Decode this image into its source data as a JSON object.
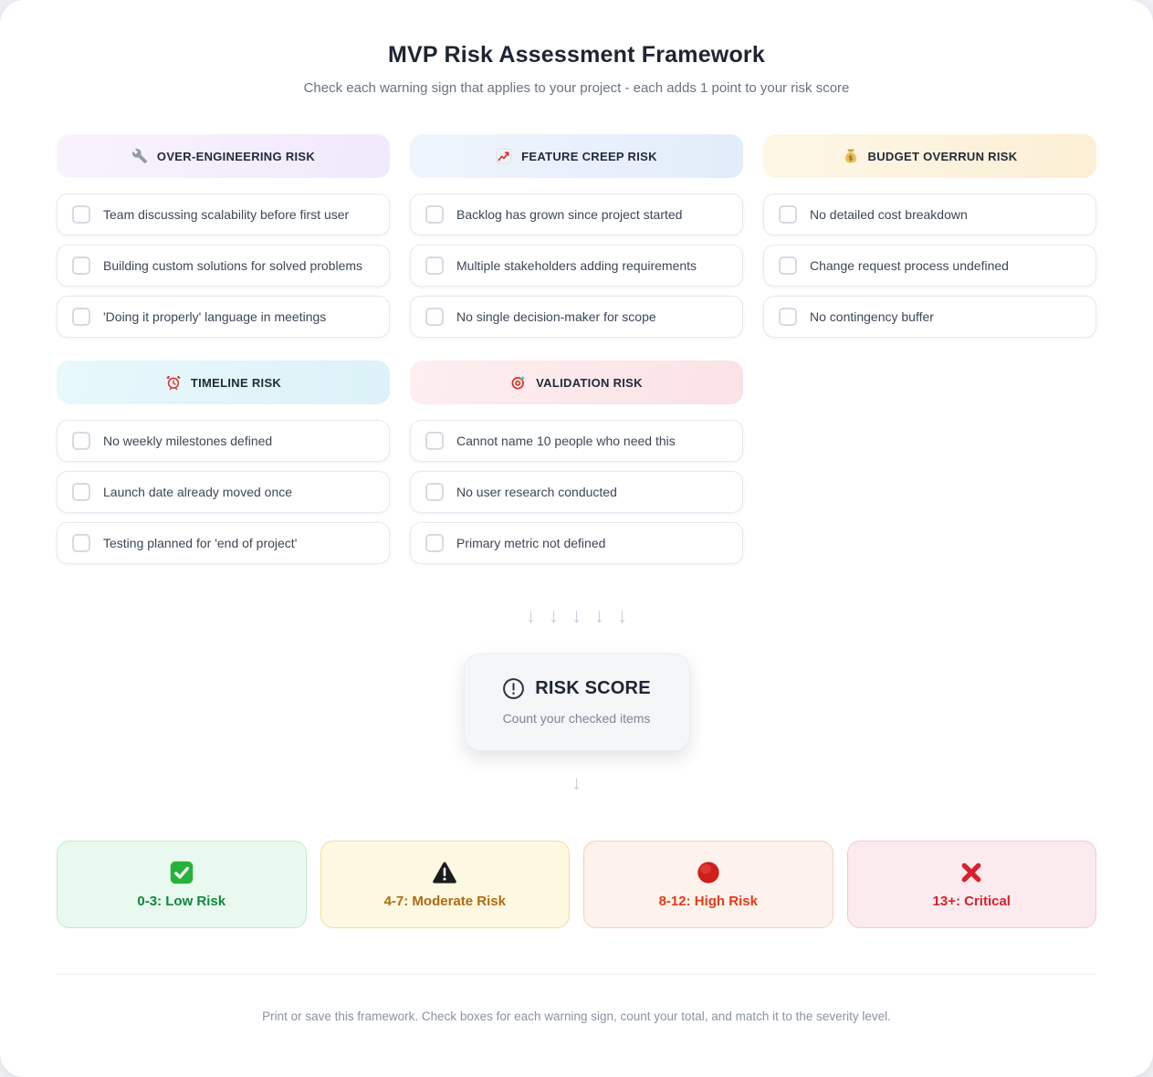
{
  "page": {
    "title": "MVP Risk Assessment Framework",
    "subtitle": "Check each warning sign that applies to your project - each adds 1 point to your risk score",
    "footer_note": "Print or save this framework. Check boxes for each warning sign, count your total, and match it to the severity level."
  },
  "categories": [
    {
      "id": "over-engineering",
      "label": "OVER-ENGINEERING RISK",
      "icon": "wrench-icon",
      "bg_from": "#f9f3fe",
      "bg_to": "#f0e9fa",
      "items": [
        {
          "label": "Team discussing scalability before first user",
          "checked": false
        },
        {
          "label": "Building custom solutions for solved problems",
          "checked": false
        },
        {
          "label": "'Doing it properly' language in meetings",
          "checked": false
        }
      ]
    },
    {
      "id": "feature-creep",
      "label": "FEATURE CREEP RISK",
      "icon": "chart-increasing-icon",
      "bg_from": "#eff5fd",
      "bg_to": "#e2ecfa",
      "items": [
        {
          "label": "Backlog has grown since project started",
          "checked": false
        },
        {
          "label": "Multiple stakeholders adding requirements",
          "checked": false
        },
        {
          "label": "No single decision-maker for scope",
          "checked": false
        }
      ]
    },
    {
      "id": "budget-overrun",
      "label": "BUDGET OVERRUN RISK",
      "icon": "money-bag-icon",
      "bg_from": "#fdf7e6",
      "bg_to": "#fcefd5",
      "items": [
        {
          "label": "No detailed cost breakdown",
          "checked": false
        },
        {
          "label": "Change request process undefined",
          "checked": false
        },
        {
          "label": "No contingency buffer",
          "checked": false
        }
      ]
    },
    {
      "id": "timeline",
      "label": "TIMELINE RISK",
      "icon": "alarm-clock-icon",
      "bg_from": "#e8f8fc",
      "bg_to": "#dbf2f8",
      "items": [
        {
          "label": "No weekly milestones defined",
          "checked": false
        },
        {
          "label": "Launch date already moved once",
          "checked": false
        },
        {
          "label": "Testing planned for 'end of project'",
          "checked": false
        }
      ]
    },
    {
      "id": "validation",
      "label": "VALIDATION RISK",
      "icon": "dart-target-icon",
      "bg_from": "#fdeef0",
      "bg_to": "#fbe2e7",
      "items": [
        {
          "label": "Cannot name 10 people who need this",
          "checked": false
        },
        {
          "label": "No user research conducted",
          "checked": false
        },
        {
          "label": "Primary metric not defined",
          "checked": false
        }
      ]
    }
  ],
  "flow": {
    "arrow_glyph": "↓",
    "arrow_count": 5
  },
  "risk_score": {
    "icon": "alert-circle-icon",
    "title": "RISK SCORE",
    "subtitle": "Count your checked items"
  },
  "severity_levels": [
    {
      "label": "0-3: Low Risk",
      "icon": "check-square-icon",
      "bg": "#e9f9ef",
      "border": "#c3e9d0",
      "text_color": "#11873d"
    },
    {
      "label": "4-7: Moderate Risk",
      "icon": "warning-triangle-icon",
      "bg": "#fdf8e1",
      "border": "#efdfa2",
      "text_color": "#b06a12"
    },
    {
      "label": "8-12: High Risk",
      "icon": "red-circle-icon",
      "bg": "#fdf2ec",
      "border": "#f6ceb8",
      "text_color": "#e23c18"
    },
    {
      "label": "13+: Critical",
      "icon": "cross-mark-icon",
      "bg": "#fcebee",
      "border": "#f4c7cf",
      "text_color": "#d6202d"
    }
  ]
}
